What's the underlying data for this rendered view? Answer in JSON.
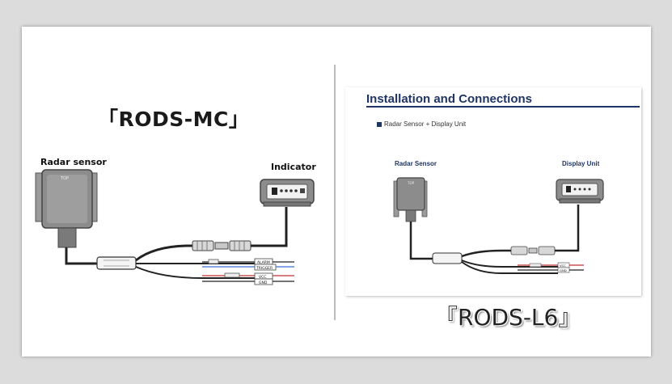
{
  "left": {
    "title": "「RODS-MC」",
    "radar_label": "Radar sensor",
    "indicator_label": "Indicator",
    "radar_top_text": "TOP",
    "wire_labels": [
      "ALARM",
      "TRIGGER",
      "VCC",
      "GND"
    ]
  },
  "right": {
    "section_title": "Installation and Connections",
    "bullet": "Radar Sensor + Display Unit",
    "radar_label": "Radar Sensor",
    "display_label": "Display Unit",
    "radar_top_text": "TOP",
    "wire_labels": [
      "VCC",
      "GND"
    ],
    "title": "『RODS-L6』"
  },
  "colors": {
    "heading": "#1f3566",
    "device_body": "#8a8a8a",
    "cable": "#222222",
    "wire_blue": "#3a6fd0",
    "wire_red": "#c23030"
  }
}
